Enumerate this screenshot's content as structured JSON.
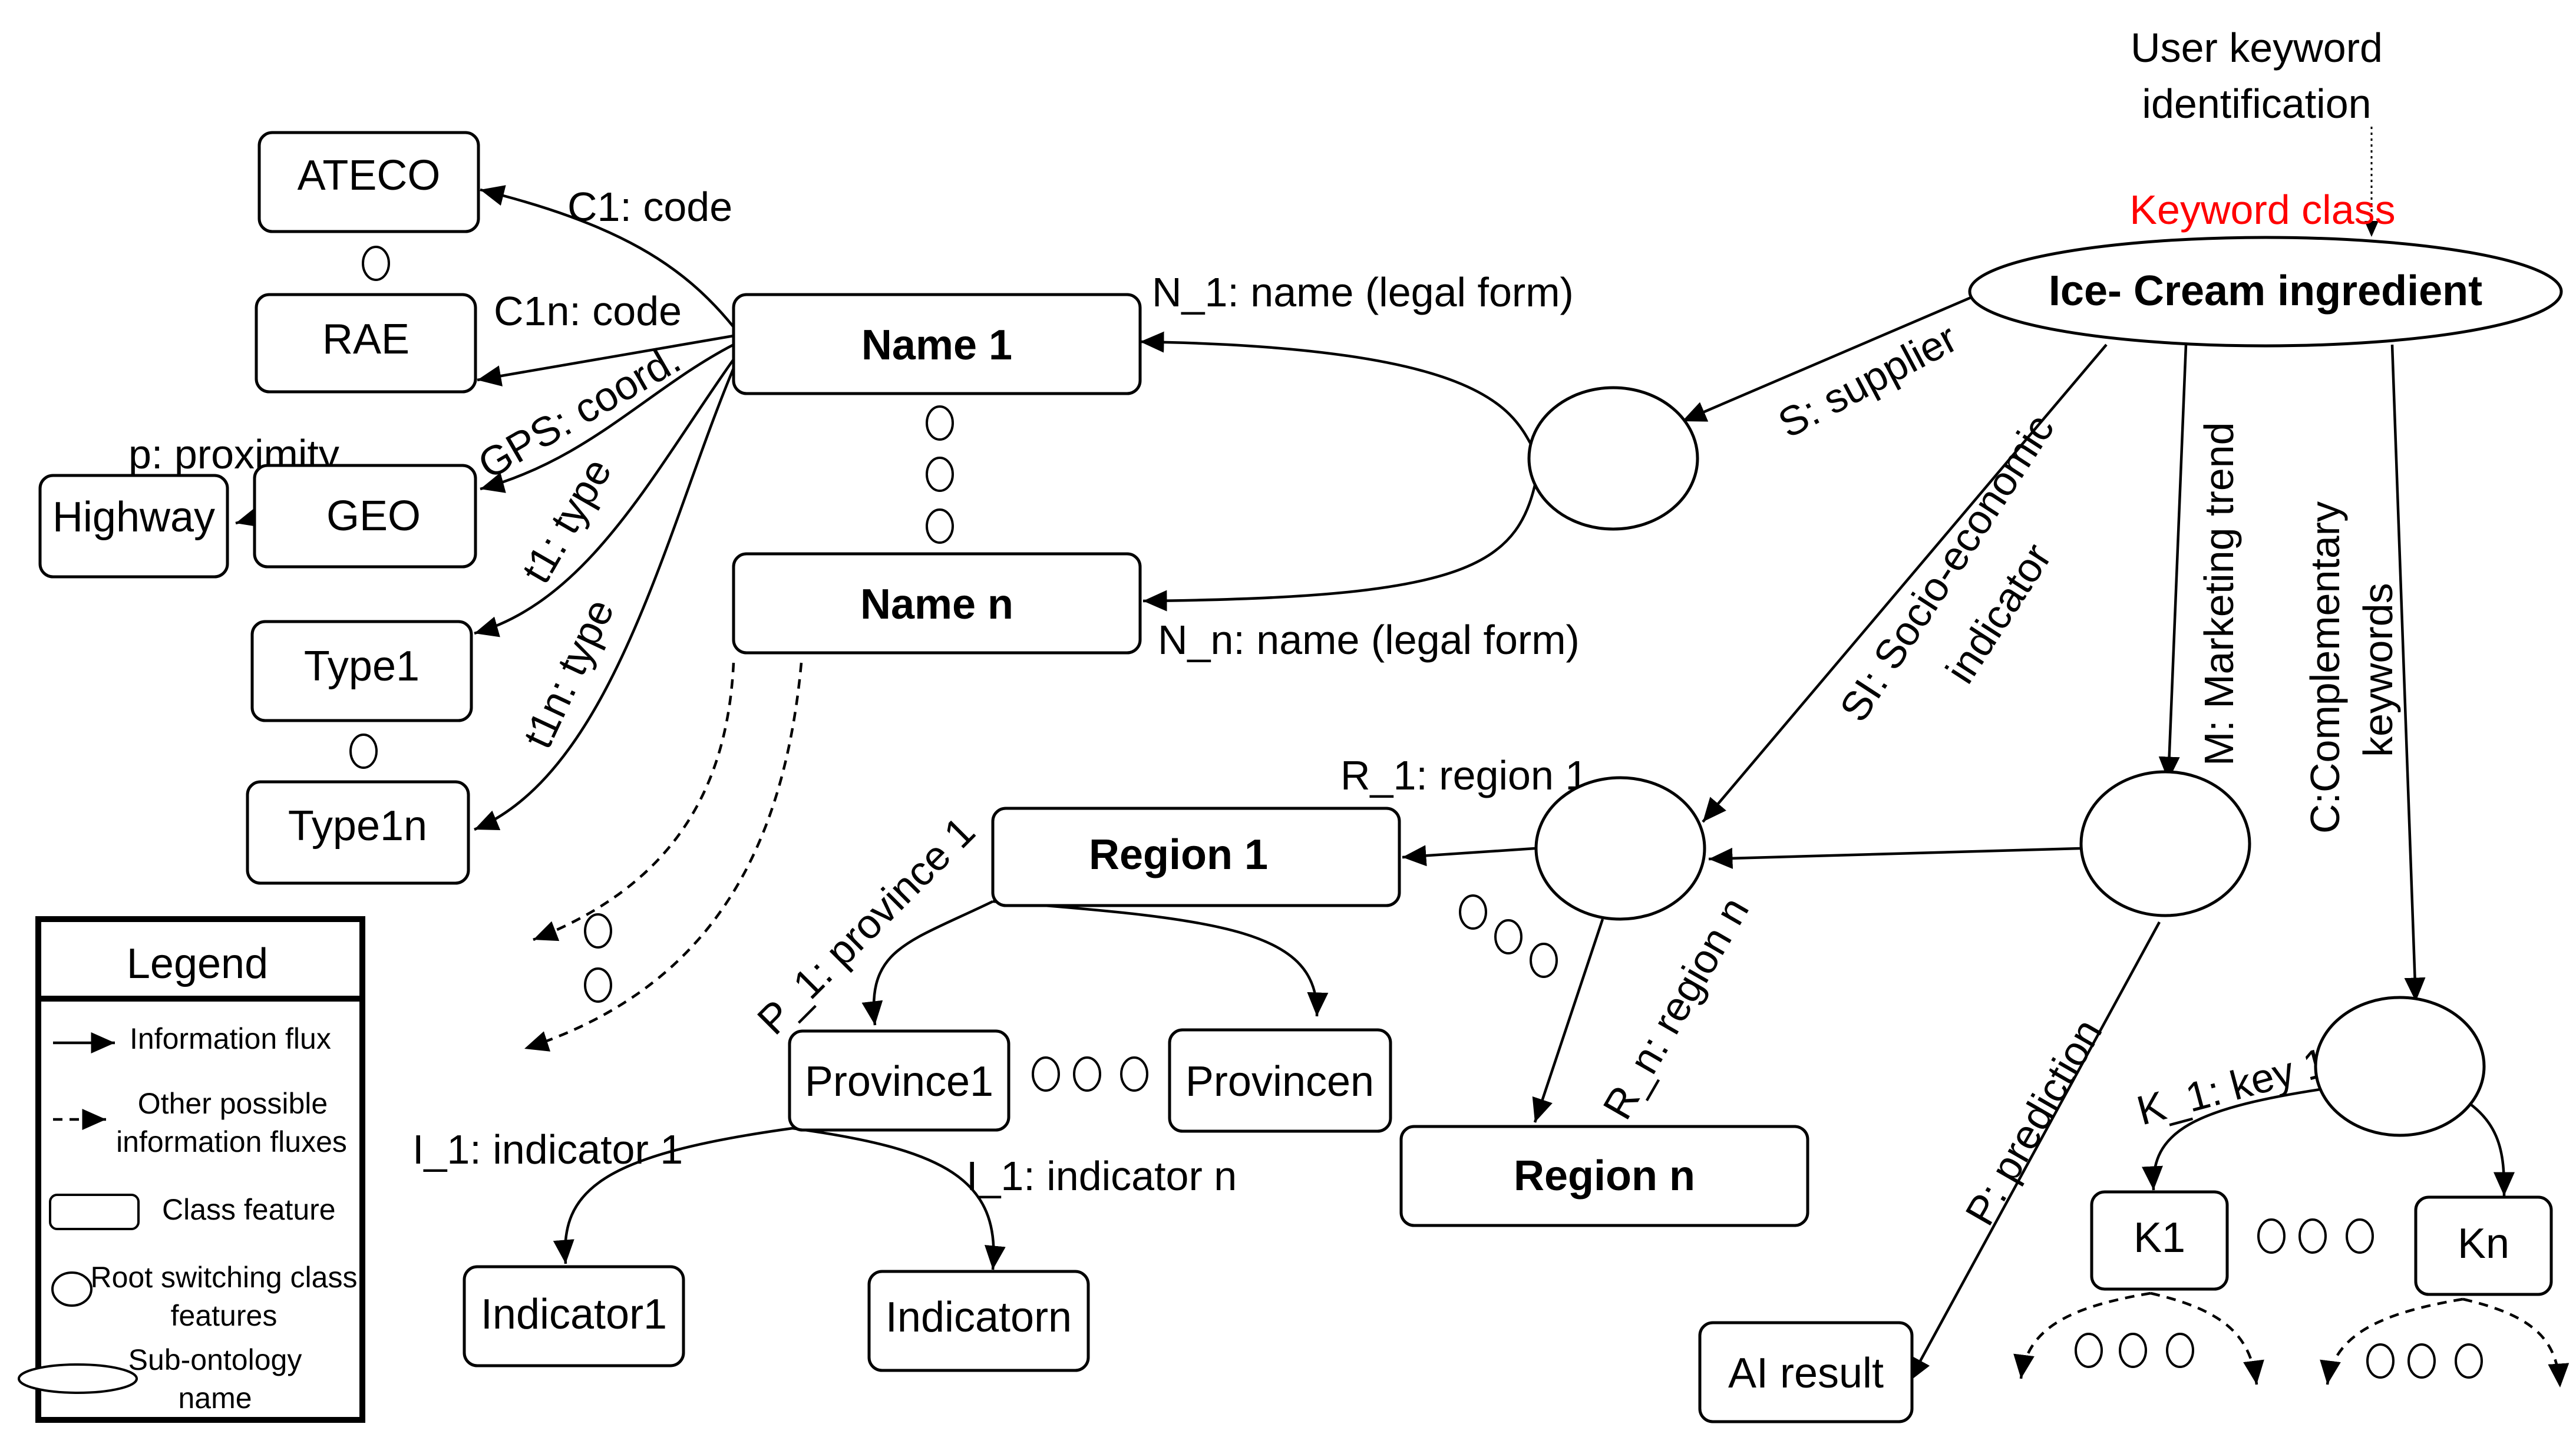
{
  "annotation": {
    "user_keyword": [
      "User keyword",
      "identification"
    ],
    "keyword_class": "Keyword class",
    "keyword_class_color": "#ff0000"
  },
  "root": "Ice- Cream ingredient",
  "nodes": {
    "ateco": "ATECO",
    "rae": "RAE",
    "geo": "GEO",
    "highway": "Highway",
    "type1": "Type1",
    "type1n": "Type1n",
    "name1": "Name 1",
    "namen": "Name n",
    "region1": "Region 1",
    "regionn": "Region n",
    "province1": "Province1",
    "provincen": "Provincen",
    "indicator1": "Indicator1",
    "indicatorn": "Indicatorn",
    "ai_result": "AI result",
    "k1": "K1",
    "kn": "Kn"
  },
  "edge_labels": {
    "c1": "C1: code",
    "c1n": "C1n: code",
    "gps": "GPS: coord.",
    "proximity": "p: proximity",
    "t1": "t1: type",
    "t1n": "t1n: type",
    "n1": "N_1: name (legal form)",
    "nn": "N_n: name (legal form)",
    "supplier": "S: supplier",
    "socio": [
      "SI: Socio-economic",
      "indicator"
    ],
    "marketing": "M: Marketing trend",
    "complementary": [
      "C:Complementary",
      "keywords"
    ],
    "r1": "R_1: region 1",
    "rn": "R_n: region n",
    "p1": "P_1: province 1",
    "i1": "I_1: indicator 1",
    "in": "I_1: indicator n",
    "prediction": "P: prediction",
    "k1": "K_1: key 1"
  },
  "legend": {
    "title": "Legend",
    "items": [
      {
        "symbol": "solid-arrow",
        "text": [
          "Information flux"
        ]
      },
      {
        "symbol": "dashed-arrow",
        "text": [
          "Other possible",
          "information fluxes"
        ]
      },
      {
        "symbol": "rounded-rect",
        "text": [
          "Class feature"
        ]
      },
      {
        "symbol": "small-ellipse",
        "text": [
          "Root switching class",
          "features"
        ]
      },
      {
        "symbol": "wide-ellipse",
        "text": [
          "Sub-ontology",
          "name"
        ]
      }
    ]
  }
}
